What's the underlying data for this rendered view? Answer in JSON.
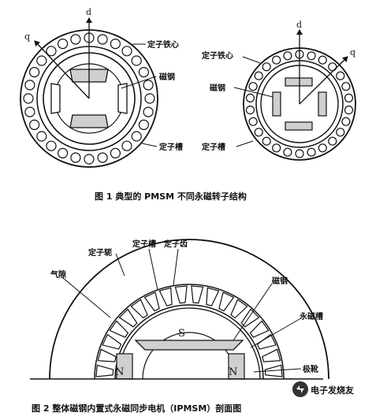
{
  "figure1": {
    "rotor_a": {
      "axis_d": "d",
      "axis_q": "q",
      "label_core": "定子铁心",
      "label_magnet": "磁钢",
      "label_slot": "定子槽"
    },
    "rotor_b": {
      "axis_d": "d",
      "axis_q": "q",
      "label_core": "定子铁心",
      "label_magnet": "磁钢",
      "label_slot": "定子槽"
    },
    "caption": "图 1   典型的 PMSM 不同永磁转子结构"
  },
  "figure2": {
    "label_yoke": "定子轭",
    "label_slot": "定子槽",
    "label_tooth": "定子齿",
    "label_airgap": "气隙",
    "label_magnet": "磁钢",
    "label_pm_slot": "永磁槽",
    "label_pole_shoe": "极靴",
    "pole_s": "S",
    "pole_n_left": "N",
    "pole_n_right": "N",
    "caption": "图 2  整体磁钢内置式永磁同步电机（IPMSM）剖面图"
  },
  "watermark": "电子发烧友"
}
